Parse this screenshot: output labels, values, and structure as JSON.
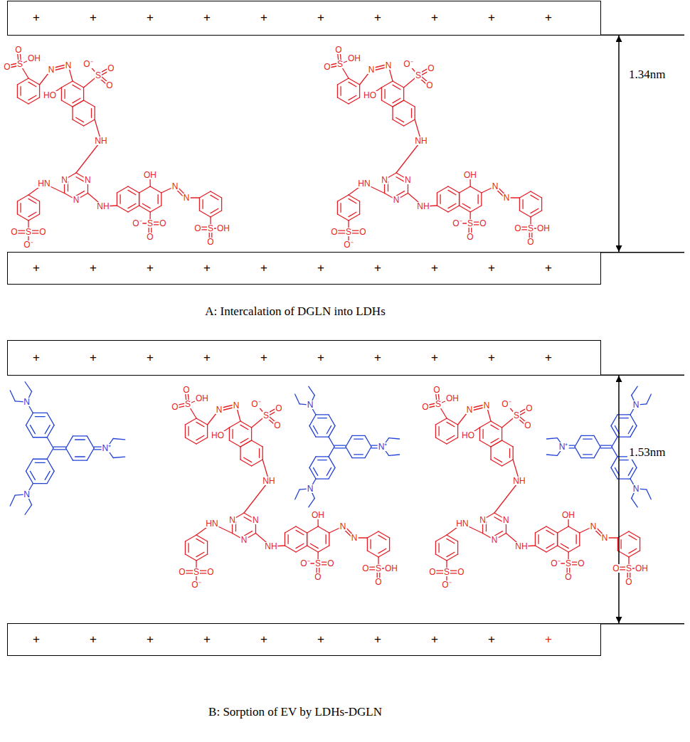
{
  "diagram": {
    "nodes": [
      {
        "text": [
          "+",
          "+",
          "+",
          "+",
          "+",
          "+",
          "+",
          "+",
          "+",
          "+"
        ]
      },
      {
        "text": [
          "+",
          "+",
          "+",
          "+",
          "+",
          "+",
          "+",
          "+",
          "+",
          "+"
        ]
      },
      {
        "text": [
          "+",
          "+",
          "+",
          "+",
          "+",
          "+",
          "+",
          "+",
          "+",
          "+"
        ]
      },
      {
        "text": [
          "+",
          "+",
          "+",
          "+",
          "+",
          "+",
          "+",
          "+",
          "+",
          "+"
        ]
      }
    ],
    "edges": [
      {
        "from": 0,
        "to": 1,
        "arrow": "both",
        "label": "1.34nm"
      },
      {
        "from": 2,
        "to": 3,
        "arrow": "both",
        "label": "1.53nm"
      }
    ],
    "labels": [
      "O",
      "O",
      "S",
      "OH",
      "N",
      "N",
      "O⁻",
      "S",
      "O",
      "O",
      "HO",
      "NH",
      "N",
      "N",
      "N",
      "OH",
      "HN",
      "N",
      "N",
      "NH",
      "O⁻",
      "S",
      "O",
      "O",
      "O",
      "S",
      "OH",
      "O",
      "O",
      "S",
      "O",
      "O⁻",
      "O",
      "O",
      "S",
      "OH",
      "N",
      "N",
      "O⁻",
      "S",
      "O",
      "O",
      "HO",
      "NH",
      "N",
      "N",
      "N",
      "OH",
      "HN",
      "N",
      "N",
      "NH",
      "O⁻",
      "S",
      "O",
      "O",
      "O",
      "S",
      "OH",
      "O",
      "O",
      "S",
      "O",
      "O⁻",
      "A: Intercalation of DGLN into LDHs",
      "N",
      "N⁺",
      "N",
      "O",
      "O",
      "S",
      "OH",
      "N",
      "N",
      "O⁻",
      "S",
      "O",
      "O",
      "HO",
      "NH",
      "N",
      "N",
      "N",
      "OH",
      "HN",
      "N",
      "N",
      "NH",
      "O⁻",
      "S",
      "O",
      "O",
      "O",
      "S",
      "OH",
      "O",
      "O",
      "S",
      "O",
      "O⁻",
      "N",
      "N⁺",
      "N",
      "O",
      "O",
      "S",
      "OH",
      "N",
      "N",
      "O⁻",
      "S",
      "O",
      "O",
      "HO",
      "NH",
      "N",
      "N",
      "N",
      "OH",
      "HN",
      "N",
      "N",
      "NH",
      "O⁻",
      "S",
      "O",
      "O",
      "O",
      "S",
      "OH",
      "O",
      "O",
      "S",
      "O",
      "O⁻",
      "N",
      "N⁺",
      "N",
      "B: Sorption of EV by LDHs-DGLN"
    ]
  }
}
